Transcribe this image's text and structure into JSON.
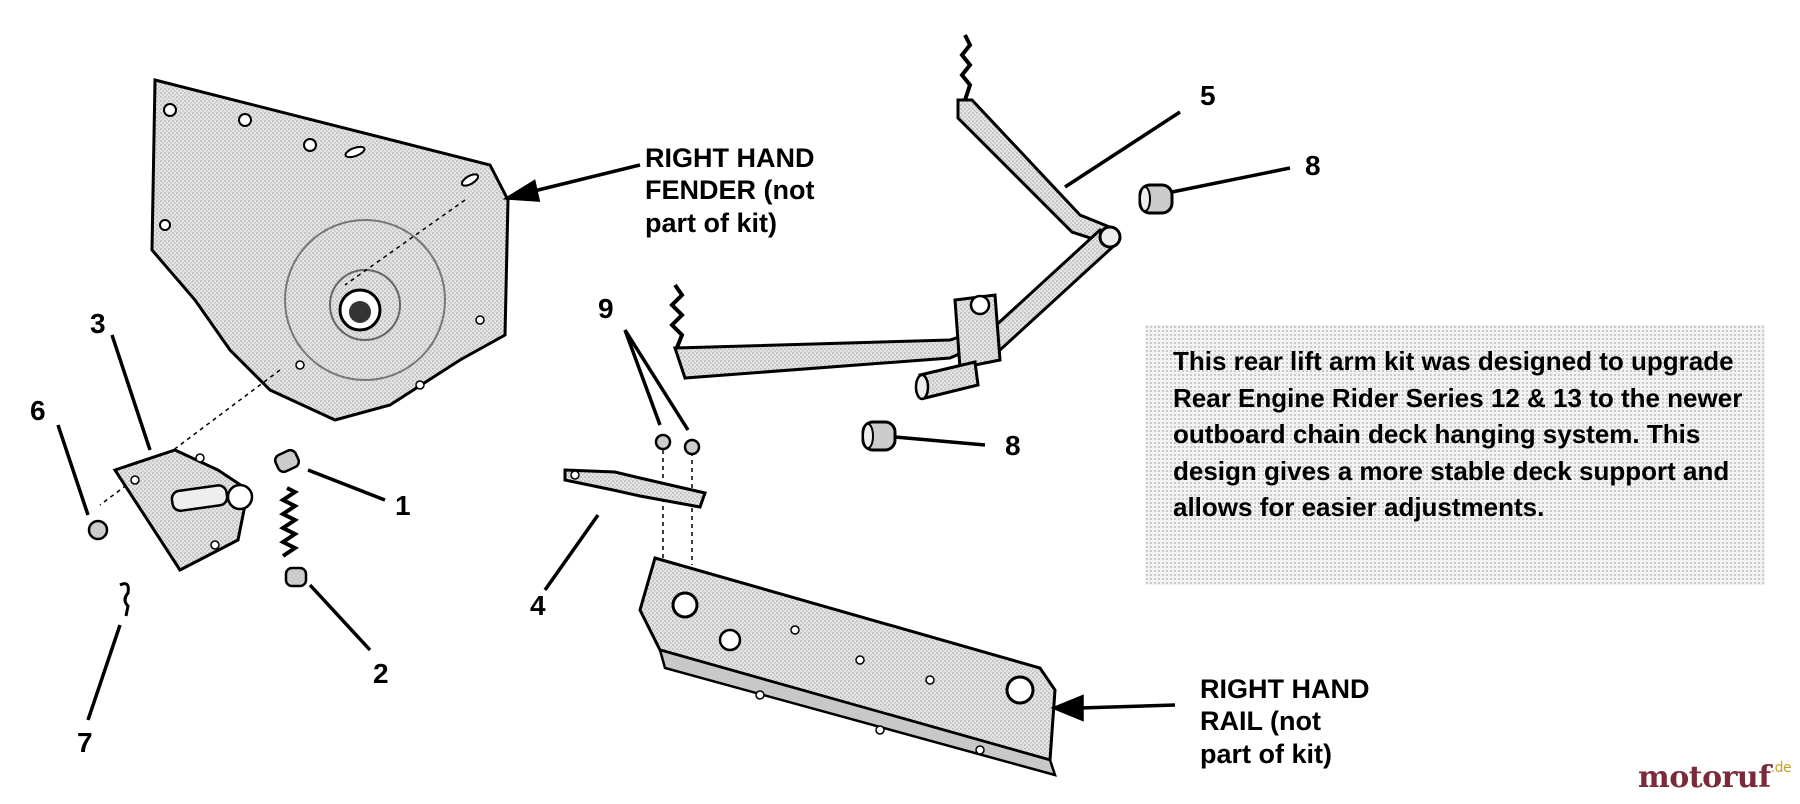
{
  "labels": {
    "fender": "RIGHT HAND\nFENDER (not\npart of kit)",
    "rail": "RIGHT HAND\nRAIL (not\npart of kit)"
  },
  "info_text": "This rear lift arm kit was designed to upgrade Rear Engine Rider Series 12 & 13 to the newer outboard chain deck hanging system. This design gives a more stable deck support and allows for easier adjustments.",
  "part_numbers": {
    "n1": "1",
    "n2": "2",
    "n3": "3",
    "n4": "4",
    "n5": "5",
    "n6": "6",
    "n7": "7",
    "n8a": "8",
    "n8b": "8",
    "n9": "9"
  },
  "watermark": {
    "main": "motoruf",
    "suffix": ".de"
  },
  "colors": {
    "part_fill": "#dcdcdc",
    "outline": "#000000",
    "watermark_main": "#7a2b3a",
    "watermark_suffix": "#c9a227"
  }
}
